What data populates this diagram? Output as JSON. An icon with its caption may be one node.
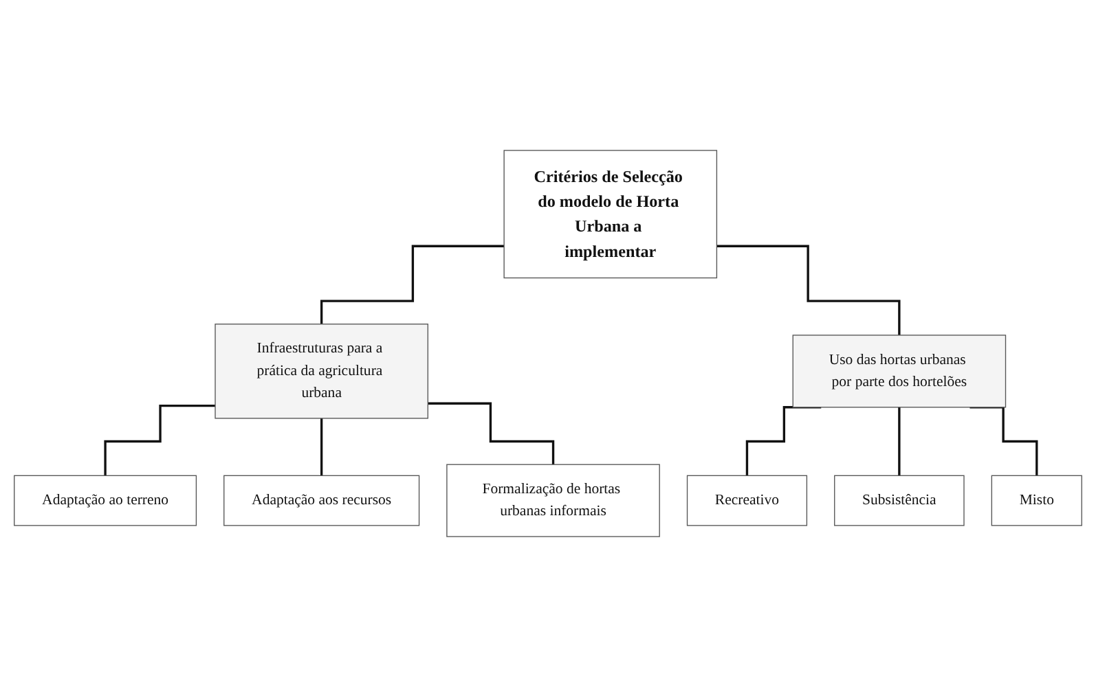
{
  "diagram": {
    "nodes": [
      {
        "text": [
          "Critérios de Selecção do modelo de Horta Urbana a implementar"
        ]
      },
      {
        "text": [
          "Infraestruturas para a prática da agricultura urbana"
        ]
      },
      {
        "text": [
          "Uso das hortas urbanas por parte dos hortelões"
        ]
      },
      {
        "text": [
          "Adaptação ao terreno"
        ]
      },
      {
        "text": [
          "Adaptação aos recursos"
        ]
      },
      {
        "text": [
          "Formalização de hortas urbanas informais"
        ]
      },
      {
        "text": [
          "Recreativo"
        ]
      },
      {
        "text": [
          "Subsistência"
        ]
      },
      {
        "text": [
          "Misto"
        ]
      }
    ],
    "edges": [
      {
        "from": 0,
        "to": 1,
        "arrow": "none"
      },
      {
        "from": 0,
        "to": 2,
        "arrow": "none"
      },
      {
        "from": 1,
        "to": 3,
        "arrow": "none"
      },
      {
        "from": 1,
        "to": 4,
        "arrow": "none"
      },
      {
        "from": 1,
        "to": 5,
        "arrow": "none"
      },
      {
        "from": 2,
        "to": 6,
        "arrow": "none"
      },
      {
        "from": 2,
        "to": 7,
        "arrow": "none"
      },
      {
        "from": 2,
        "to": 8,
        "arrow": "none"
      }
    ]
  }
}
